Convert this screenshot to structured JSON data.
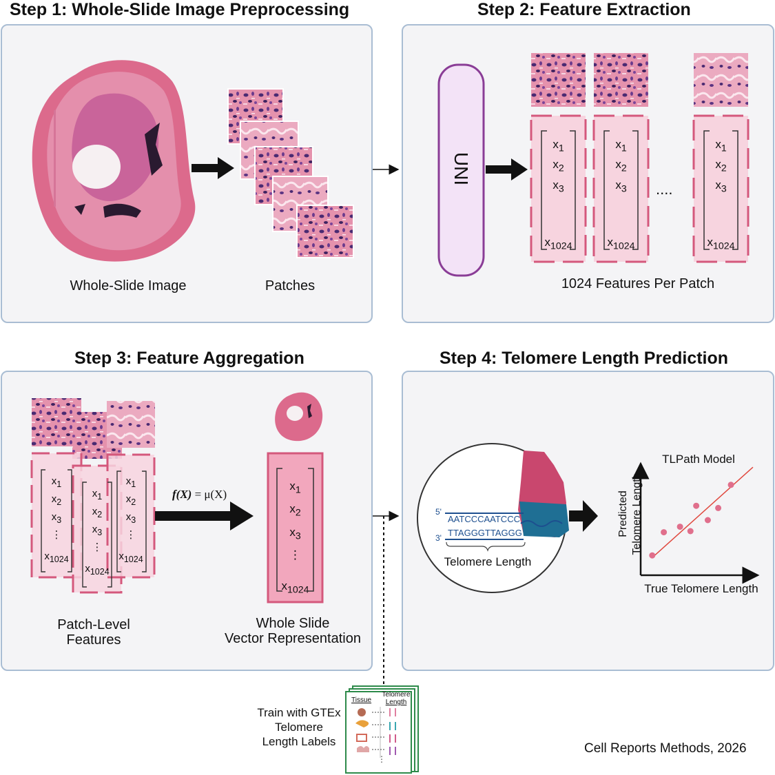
{
  "steps": [
    {
      "title": "Step 1: Whole-Slide Image Preprocessing"
    },
    {
      "title": "Step 2: Feature Extraction"
    },
    {
      "title": "Step 3: Feature Aggregation"
    },
    {
      "title": "Step 4: Telomere Length Prediction"
    }
  ],
  "step1": {
    "wsi_label": "Whole-Slide Image",
    "patches_label": "Patches"
  },
  "step2": {
    "model_label": "UNI",
    "features_caption": "1024 Features Per Patch",
    "ellipsis": "....",
    "vector": {
      "x1": "x",
      "s1": "1",
      "x2": "x",
      "s2": "2",
      "x3": "x",
      "s3": "3",
      "xn": "x",
      "sn": "1024"
    }
  },
  "step3": {
    "formula_left": "f(X)",
    "formula_eq": " = μ(X)",
    "patch_level_line1": "Patch-Level",
    "patch_level_line2": "Features",
    "whole_slide_line1": "Whole Slide",
    "whole_slide_line2": "Vector Representation"
  },
  "step4": {
    "strand_top_label": "5'",
    "strand_bottom_label": "3'",
    "strand_top_seq": "AATCCCAATCCC",
    "strand_bottom_seq": "TTAGGGTTAGGG",
    "telomere_length_label": "Telomere Length",
    "plot_title": "TLPath Model",
    "ylabel_line1": "Predicted",
    "ylabel_line2": "Telomere Length",
    "xlabel": "True Telomere Length"
  },
  "training": {
    "line1": "Train with GTEx",
    "line2": "Telomere",
    "line3": "Length Labels",
    "table_col1": "Tissue",
    "table_col2_line1": "Telomere",
    "table_col2_line2": "Length"
  },
  "citation": "Cell Reports Methods, 2026",
  "chart_data": {
    "type": "scatter",
    "title": "TLPath Model",
    "xlabel": "True Telomere Length",
    "ylabel": "Predicted Telomere Length",
    "x": [
      1,
      2,
      3.4,
      4.3,
      4.8,
      5.8,
      6.7,
      7.8
    ],
    "y": [
      1.8,
      3.9,
      4.4,
      4.0,
      6.3,
      5.0,
      6.1,
      8.2
    ],
    "xlim": [
      0,
      10
    ],
    "ylim": [
      0,
      10
    ],
    "trendline": true,
    "colors": {
      "points": "#e06f8c",
      "trend": "#e0483e"
    }
  },
  "colors": {
    "panel_border": "#a9bdd3",
    "uni_border": "#8a3d96",
    "uni_fill": "#f3e3f7",
    "feature_border": "#d4587c",
    "feature_fill": "#f7d4df",
    "dna_blue": "#1d4f8f"
  }
}
